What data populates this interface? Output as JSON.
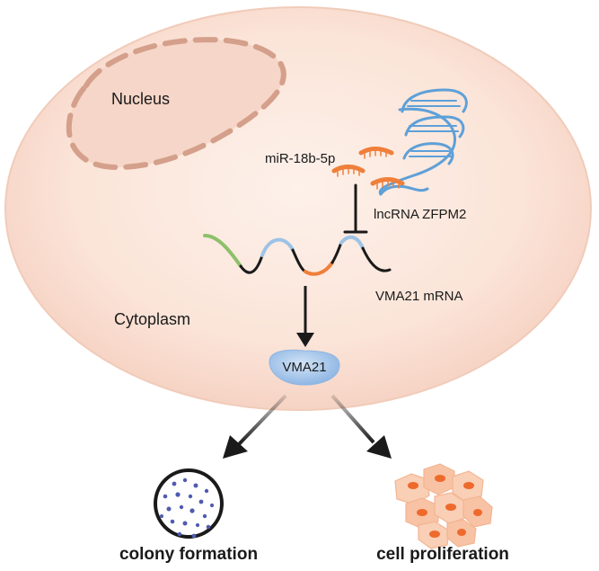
{
  "labels": {
    "nucleus": "Nucleus",
    "cytoplasm": "Cytoplasm",
    "mirna": "miR-18b-5p",
    "lncrna": "lncRNA ZFPM2",
    "mrna": "VMA21 mRNA",
    "protein": "VMA21",
    "colony": "colony formation",
    "proliferation": "cell proliferation"
  },
  "colors": {
    "cell_fill": "#fbe6dc",
    "nucleus_fill": "#f6d8cb",
    "nucleus_border": "#d9a48f",
    "mirna": "#ef7f3a",
    "lncrna": "#5ea0d8",
    "mrna_green": "#8dc06a",
    "mrna_blue": "#9dc3e6",
    "mrna_orange": "#ef7f3a",
    "protein": "#a9c8ec",
    "colony_dots": "#4f5bb0",
    "prolif_cell": "#f8c6a8",
    "prolif_nucleus": "#ee6a2c"
  },
  "icons": [
    "nucleus-icon",
    "mirna-icon",
    "lncrna-helix-icon",
    "mrna-strand-icon",
    "inhibition-icon",
    "arrow-icon",
    "protein-icon",
    "colony-icon",
    "proliferation-icon"
  ]
}
